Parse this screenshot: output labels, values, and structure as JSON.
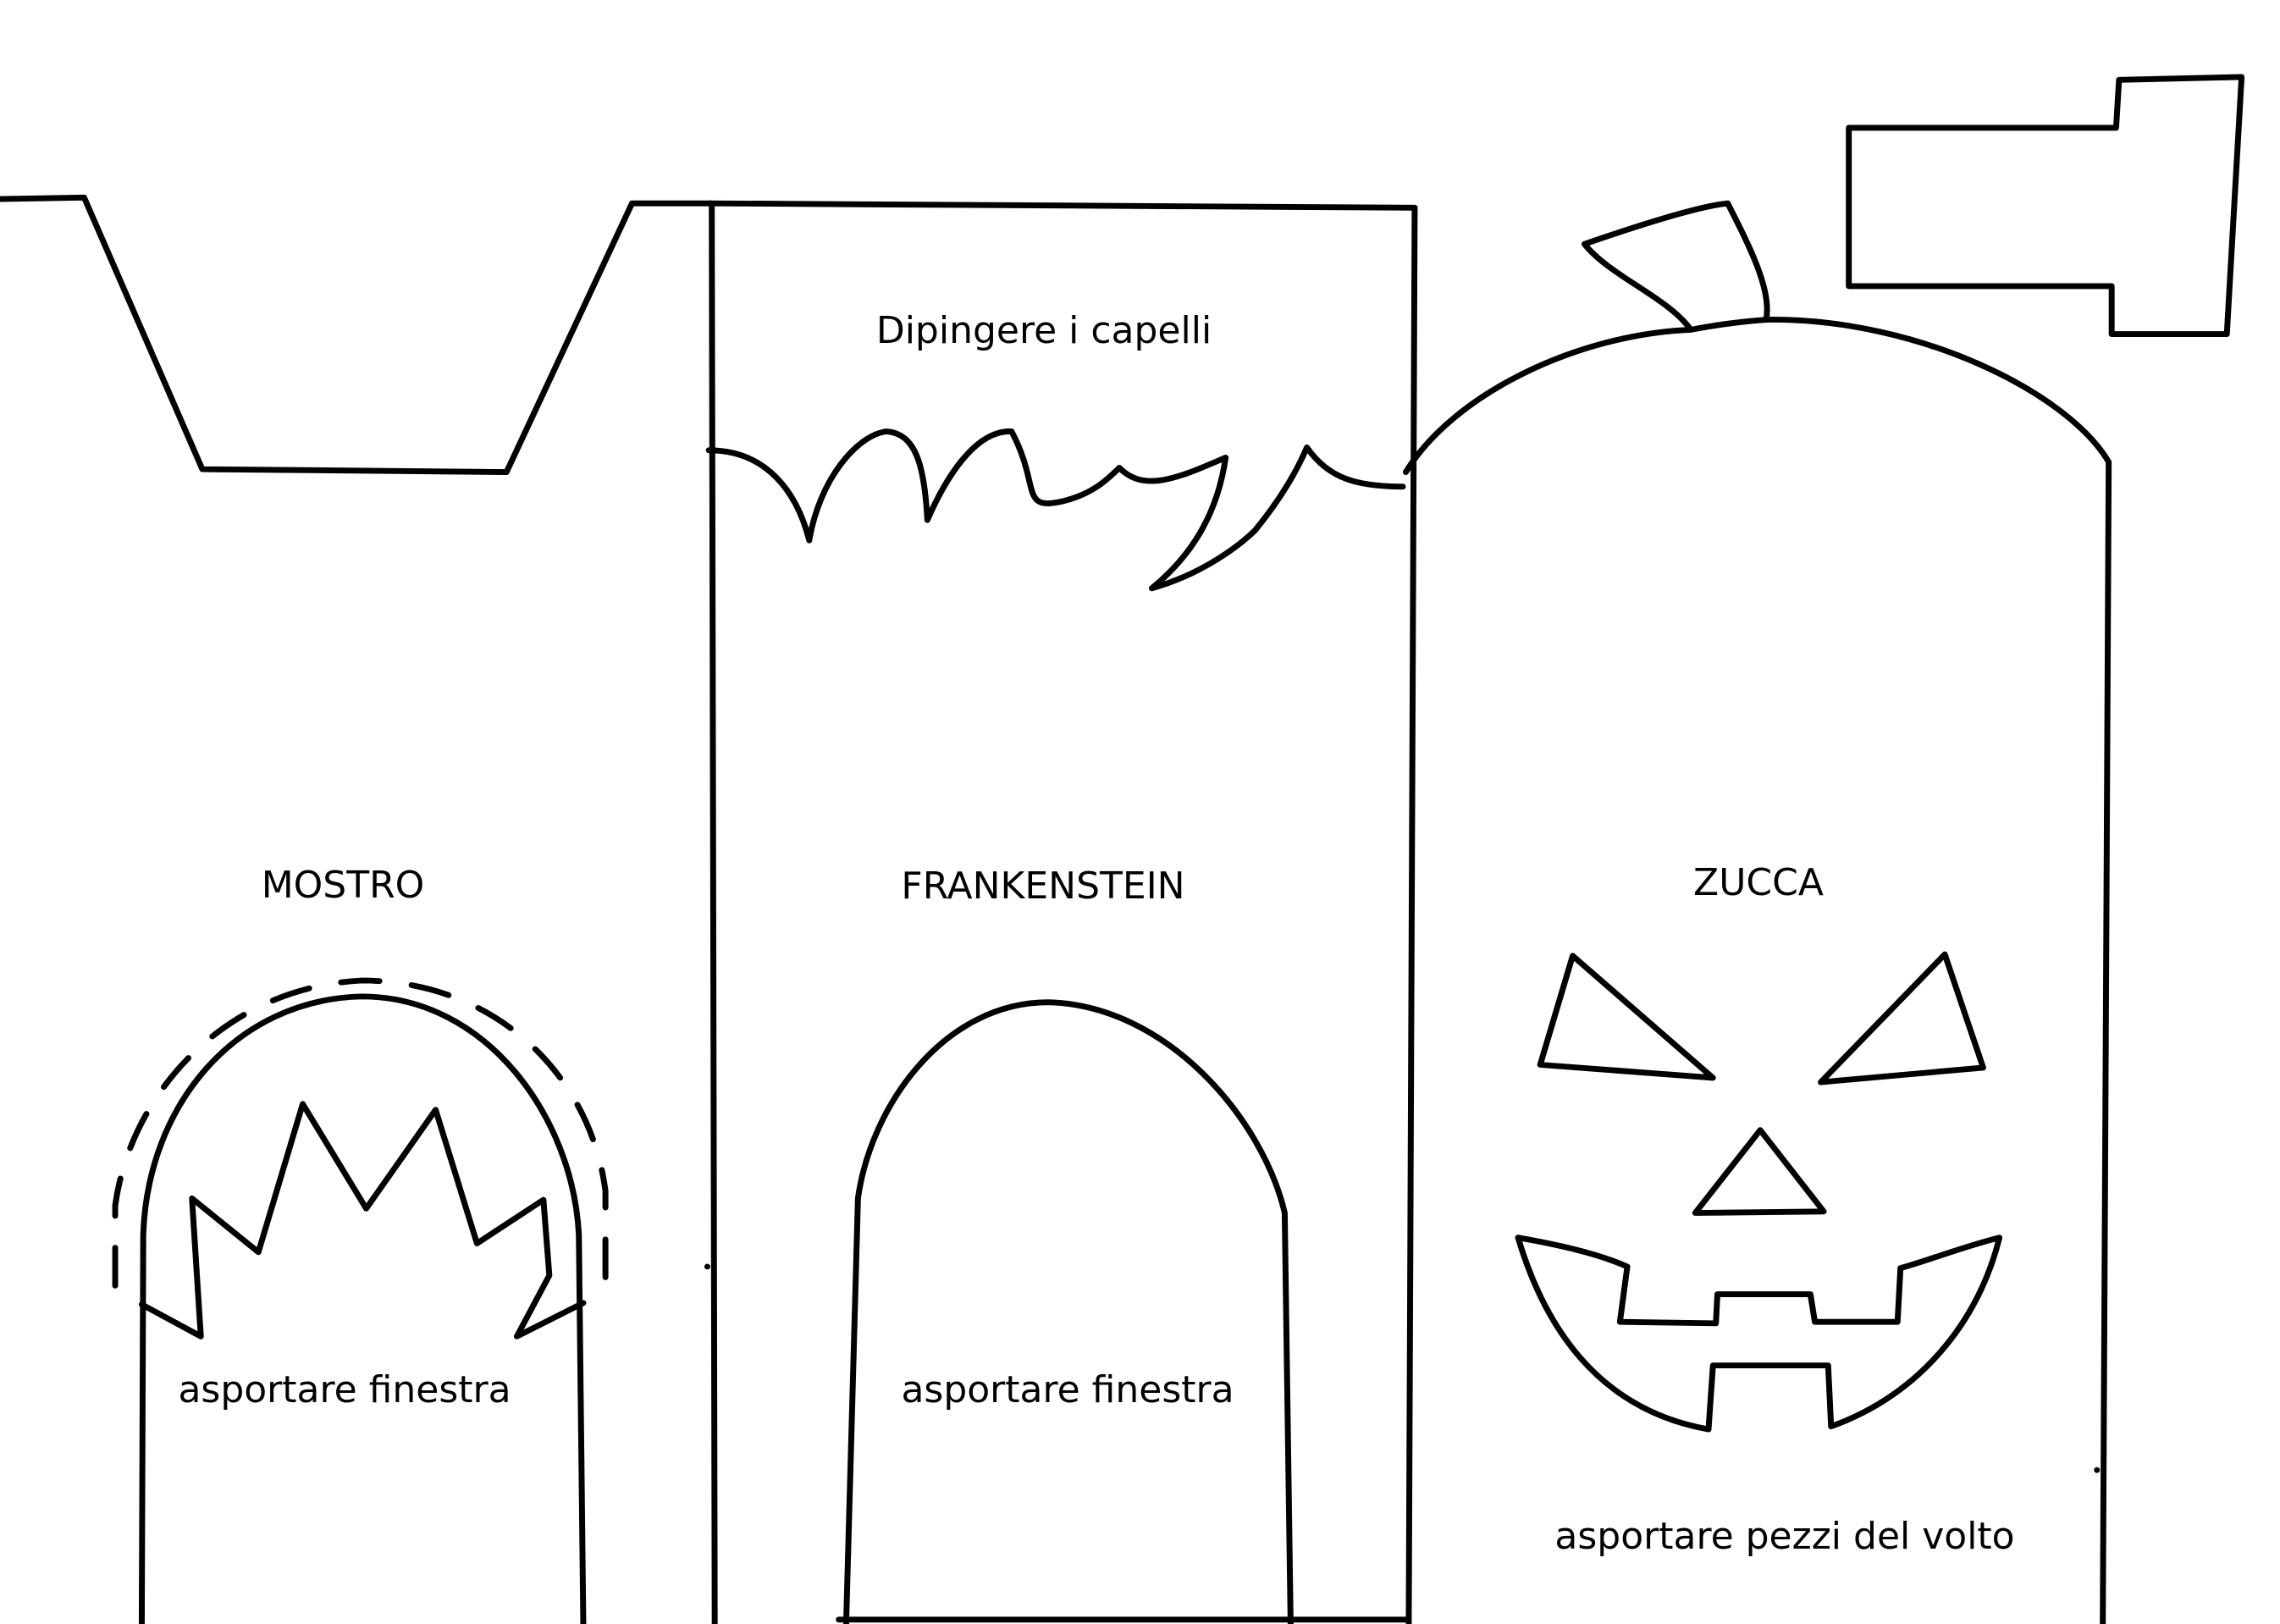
{
  "labels": {
    "hair_note": "Dipingere i capelli",
    "monster_title": "MOSTRO",
    "frankenstein_title": "FRANKENSTEIN",
    "pumpkin_title": "ZUCCA",
    "monster_window": "asportare finestra",
    "frankenstein_window": "asportare finestra",
    "pumpkin_face": "asportare pezzi del volto"
  },
  "colors": {
    "line": "#000000",
    "paper": "#ffffff"
  }
}
